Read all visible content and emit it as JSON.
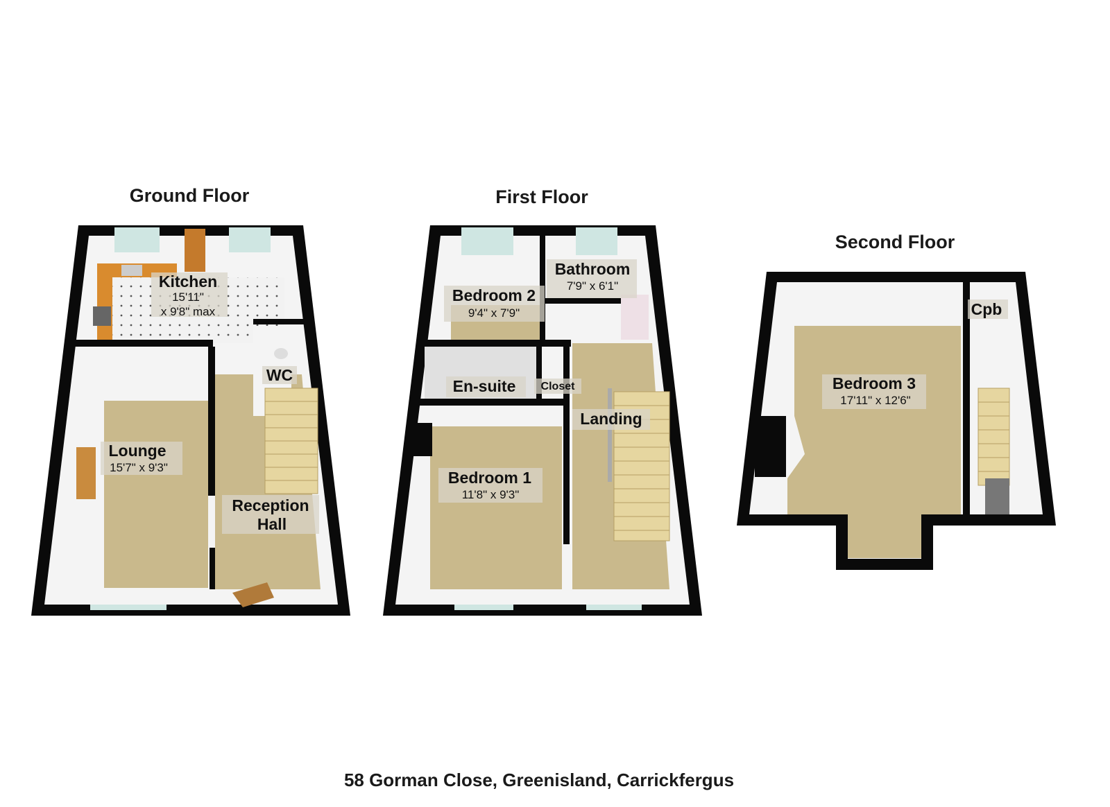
{
  "floors": {
    "ground": {
      "title": "Ground Floor",
      "rooms": {
        "kitchen": {
          "name": "Kitchen",
          "dim1": "15'11\"",
          "dim2": "x 9'8\" max"
        },
        "wc": {
          "name": "WC"
        },
        "lounge": {
          "name": "Lounge",
          "dim": "15'7\" x 9'3\""
        },
        "reception": {
          "name1": "Reception",
          "name2": "Hall"
        }
      }
    },
    "first": {
      "title": "First Floor",
      "rooms": {
        "bathroom": {
          "name": "Bathroom",
          "dim": "7'9\" x 6'1\""
        },
        "bedroom2": {
          "name": "Bedroom 2",
          "dim": "9'4\" x 7'9\""
        },
        "ensuite": {
          "name": "En-suite"
        },
        "closet": {
          "name": "Closet"
        },
        "landing": {
          "name": "Landing"
        },
        "bedroom1": {
          "name": "Bedroom 1",
          "dim": "11'8\" x 9'3\""
        }
      }
    },
    "second": {
      "title": "Second Floor",
      "rooms": {
        "bedroom3": {
          "name": "Bedroom 3",
          "dim": "17'11\" x 12'6\""
        },
        "cpb": {
          "name": "Cpb"
        }
      }
    }
  },
  "address": "58 Gorman Close, Greenisland, Carrickfergus",
  "colors": {
    "carpet": "#c9b98c",
    "wall": "#0a0a0a",
    "kitchen_worktop": "#d98b2e",
    "stairs": "#e6d6a0"
  }
}
